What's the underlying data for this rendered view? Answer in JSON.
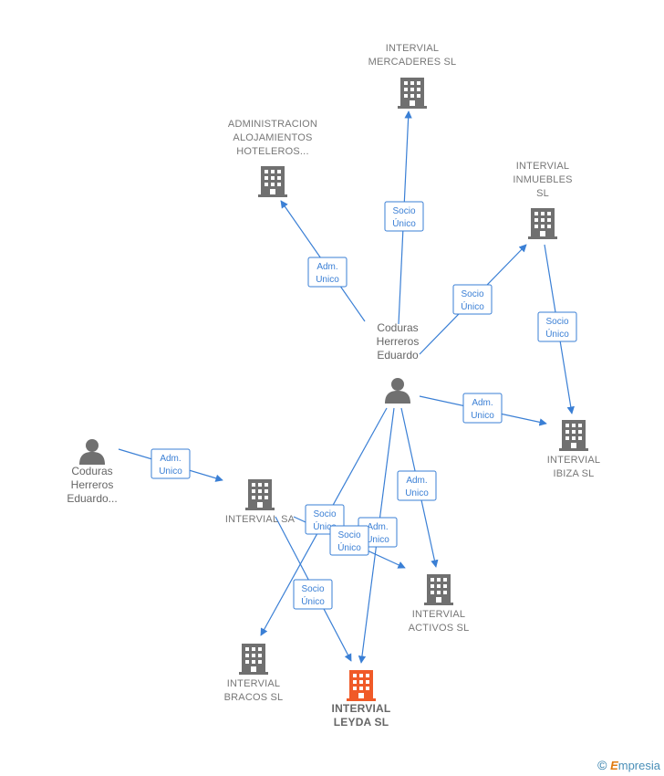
{
  "nodes": {
    "mercaderes": {
      "lines": [
        "INTERVIAL",
        "MERCADERES SL"
      ],
      "kind": "company"
    },
    "administracion": {
      "lines": [
        "ADMINISTRACION",
        "ALOJAMIENTOS",
        "HOTELEROS..."
      ],
      "kind": "company"
    },
    "inmuebles": {
      "lines": [
        "INTERVIAL",
        "INMUEBLES",
        "SL"
      ],
      "kind": "company"
    },
    "coduras_main": {
      "lines": [
        "Coduras",
        "Herreros",
        "Eduardo"
      ],
      "kind": "person"
    },
    "ibiza": {
      "lines": [
        "INTERVIAL",
        "IBIZA SL"
      ],
      "kind": "company"
    },
    "coduras_other": {
      "lines": [
        "Coduras",
        "Herreros",
        "Eduardo..."
      ],
      "kind": "person"
    },
    "intervial_sa": {
      "lines": [
        "INTERVIAL SA"
      ],
      "kind": "company"
    },
    "activos": {
      "lines": [
        "INTERVIAL",
        "ACTIVOS SL"
      ],
      "kind": "company"
    },
    "bracos": {
      "lines": [
        "INTERVIAL",
        "BRACOS SL"
      ],
      "kind": "company"
    },
    "leyda": {
      "lines": [
        "INTERVIAL",
        "LEYDA SL"
      ],
      "kind": "company-highlight"
    }
  },
  "edges": [
    {
      "from": "coduras_main",
      "to": "mercaderes",
      "lines": [
        "Socio",
        "Único"
      ]
    },
    {
      "from": "coduras_main",
      "to": "administracion",
      "lines": [
        "Adm.",
        "Unico"
      ]
    },
    {
      "from": "coduras_main",
      "to": "inmuebles",
      "lines": [
        "Socio",
        "Único"
      ]
    },
    {
      "from": "inmuebles",
      "to": "ibiza",
      "lines": [
        "Socio",
        "Único"
      ]
    },
    {
      "from": "coduras_main",
      "to": "ibiza",
      "lines": [
        "Adm.",
        "Unico"
      ]
    },
    {
      "from": "coduras_other",
      "to": "intervial_sa",
      "lines": [
        "Adm.",
        "Unico"
      ]
    },
    {
      "from": "coduras_main",
      "to": "activos",
      "lines": [
        "Adm.",
        "Unico"
      ]
    },
    {
      "from": "coduras_main",
      "to": "bracos",
      "lines": [
        "Socio",
        "Único"
      ]
    },
    {
      "from": "coduras_main",
      "to": "leyda",
      "lines": [
        "Adm.",
        "Unico"
      ]
    },
    {
      "from": "intervial_sa",
      "to": "activos",
      "lines": [
        "Socio",
        "Único"
      ]
    },
    {
      "from": "intervial_sa",
      "to": "leyda",
      "lines": [
        "Socio",
        "Único"
      ]
    }
  ],
  "colors": {
    "company": "#707070",
    "highlight": "#f05a28",
    "edge": "#3a7fd5",
    "person": "#707070"
  },
  "footer": {
    "copyright": "©",
    "brand_initial": "E",
    "brand_rest": "mpresia"
  }
}
